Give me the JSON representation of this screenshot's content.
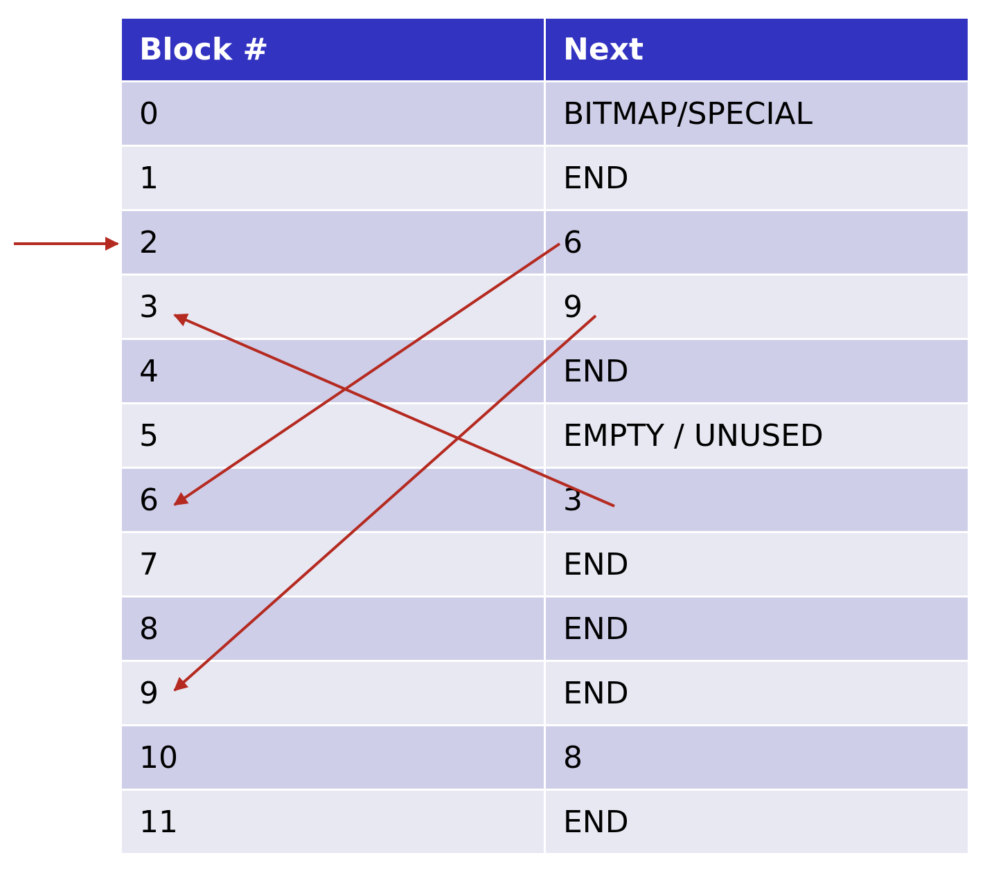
{
  "table": {
    "headers": [
      "Block #",
      "Next"
    ],
    "rows": [
      {
        "block": "0",
        "next": "BITMAP/SPECIAL"
      },
      {
        "block": "1",
        "next": "END"
      },
      {
        "block": "2",
        "next": "6"
      },
      {
        "block": "3",
        "next": "9"
      },
      {
        "block": "4",
        "next": "END"
      },
      {
        "block": "5",
        "next": "EMPTY / UNUSED"
      },
      {
        "block": "6",
        "next": "3"
      },
      {
        "block": "7",
        "next": "END"
      },
      {
        "block": "8",
        "next": "END"
      },
      {
        "block": "9",
        "next": "END"
      },
      {
        "block": "10",
        "next": "8"
      },
      {
        "block": "11",
        "next": "END"
      }
    ]
  },
  "arrows": {
    "color": "#b52a20",
    "start_block": "2",
    "chain": [
      {
        "from_next_of_block": "2",
        "to_block": "6"
      },
      {
        "from_next_of_block": "6",
        "to_block": "3"
      },
      {
        "from_next_of_block": "3",
        "to_block": "9"
      }
    ]
  }
}
